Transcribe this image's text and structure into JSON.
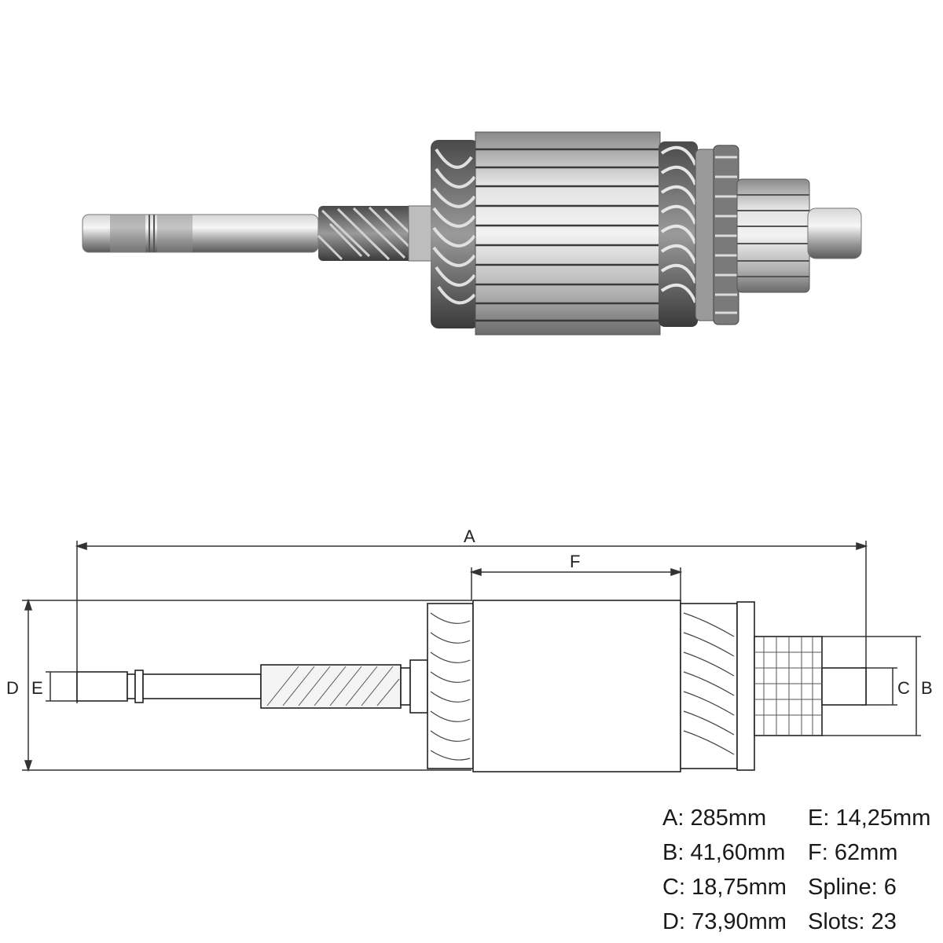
{
  "diagram": {
    "dimension_letters": {
      "a": "A",
      "b": "B",
      "c": "C",
      "d": "D",
      "e": "E",
      "f": "F"
    }
  },
  "specs": {
    "left_column": [
      {
        "key": "A:",
        "value": "285mm"
      },
      {
        "key": "B:",
        "value": "41,60mm"
      },
      {
        "key": "C:",
        "value": "18,75mm"
      },
      {
        "key": "D:",
        "value": "73,90mm"
      }
    ],
    "right_column": [
      {
        "key": "E:",
        "value": "14,25mm"
      },
      {
        "key": "F:",
        "value": "62mm"
      },
      {
        "key": "Spline:",
        "value": "6"
      },
      {
        "key": "Slots:",
        "value": "23"
      }
    ]
  },
  "colors": {
    "metal_light": "#e8e8e8",
    "metal_dark": "#6a6a6a",
    "line": "#333333"
  }
}
